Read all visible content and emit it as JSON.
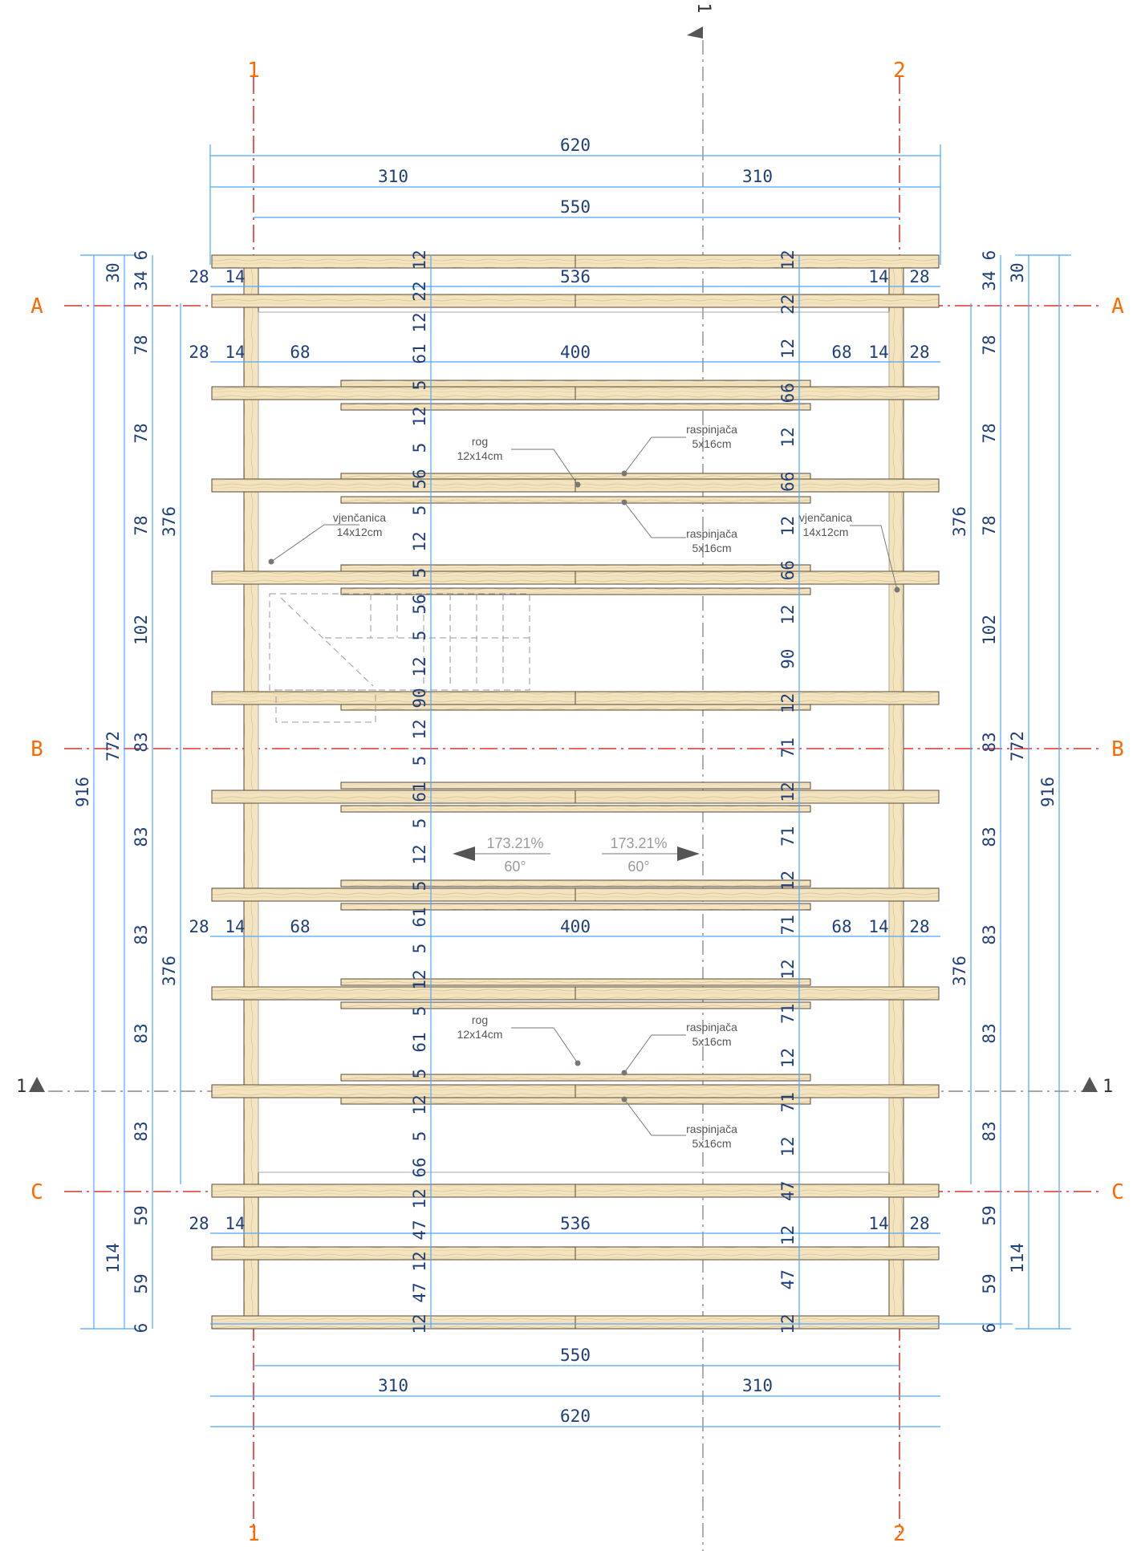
{
  "axes": {
    "col1": "1",
    "col2": "2",
    "rowA": "A",
    "rowB": "B",
    "rowC": "C"
  },
  "section": {
    "label": "1"
  },
  "top_dims": {
    "total": "620",
    "half_left": "310",
    "half_right": "310",
    "axis_span": "550"
  },
  "bottom_dims": {
    "total": "620",
    "half_left": "310",
    "half_right": "310",
    "axis_span": "550"
  },
  "horizontal_dims": {
    "row1": [
      "28",
      "14",
      "536",
      "14",
      "28"
    ],
    "row2": [
      "28",
      "14",
      "68",
      "400",
      "68",
      "14",
      "28"
    ],
    "row3": [
      "28",
      "14",
      "68",
      "400",
      "68",
      "14",
      "28"
    ],
    "row4": [
      "28",
      "14",
      "536",
      "14",
      "28"
    ]
  },
  "left_dims": {
    "far": "916",
    "second": "772",
    "third_top": "30",
    "third_bottom": "114",
    "inner": [
      "6",
      "34",
      "78",
      "78",
      "78",
      "102",
      "83",
      "83",
      "83",
      "83",
      "83",
      "59",
      "59",
      "6"
    ],
    "span_376_top": "376",
    "span_376_bottom": "376"
  },
  "right_dims": {
    "far": "916",
    "second": "772",
    "third_top": "30",
    "third_bottom": "114",
    "inner": [
      "6",
      "34",
      "78",
      "78",
      "78",
      "102",
      "83",
      "83",
      "83",
      "83",
      "83",
      "59",
      "59",
      "6"
    ],
    "span_376_top": "376",
    "span_376_bottom": "376"
  },
  "col_left_dims": [
    "12",
    "22",
    "12",
    "61",
    "5",
    "12",
    "5",
    "56",
    "5",
    "12",
    "5",
    "56",
    "5",
    "12",
    "90",
    "12",
    "5",
    "61",
    "5",
    "12",
    "5",
    "61",
    "5",
    "12",
    "5",
    "61",
    "5",
    "12",
    "5",
    "66",
    "12",
    "47",
    "12",
    "47",
    "12"
  ],
  "col_right_dims": [
    "12",
    "22",
    "12",
    "66",
    "12",
    "66",
    "12",
    "66",
    "12",
    "90",
    "12",
    "71",
    "12",
    "71",
    "12",
    "71",
    "12",
    "71",
    "12",
    "71",
    "12",
    "47",
    "12",
    "47",
    "12"
  ],
  "labels": {
    "rog": "rog",
    "rog_size": "12x14cm",
    "raspinjaca": "raspinjača",
    "raspinjaca_size": "5x16cm",
    "vjencanica": "vjenčanica",
    "vjencanica_size": "14x12cm"
  },
  "slopes": {
    "percent": "173.21%",
    "angle": "60°"
  },
  "colors": {
    "dim": "#1f3f7a",
    "dimline": "#4aa8ff",
    "axis": "#ff6a00",
    "axisline": "#e0332d",
    "timber": "#f3e3bf",
    "timber_edge": "#5a4a3a"
  }
}
